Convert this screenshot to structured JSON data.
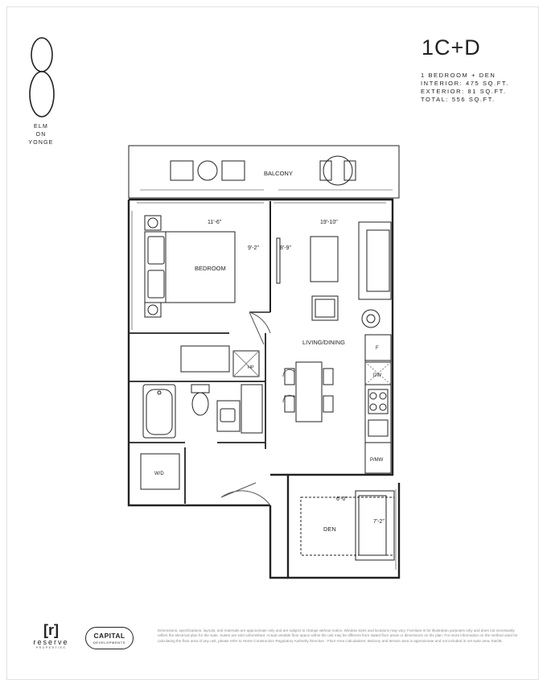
{
  "brand": {
    "numeral": "8",
    "lines": [
      "ELM",
      "ON",
      "YONGE"
    ]
  },
  "unit": {
    "name": "1C+D",
    "type": "1 BEDROOM + DEN",
    "interior": "INTERIOR: 475 SQ.FT.",
    "exterior": "EXTERIOR: 81 SQ.FT.",
    "total": "TOTAL: 556 SQ.FT."
  },
  "rooms": {
    "balcony": "BALCONY",
    "bedroom": "BEDROOM",
    "living_dining": "LIVING/DINING",
    "den": "DEN",
    "washer_dryer": "W/D",
    "fridge": "F",
    "dishwasher": "DW",
    "pantry_microwave": "P/MW",
    "heat_pump": "HP"
  },
  "dimensions": {
    "bedroom_width": "11'-6\"",
    "bedroom_depth": "9'-2\"",
    "living_width": "19'-10\"",
    "living_depth": "8'-9\"",
    "den_width": "6'-0\"",
    "den_depth": "7'-2\""
  },
  "footer": {
    "reserve_mark": "[r]",
    "reserve_word": "reserve",
    "reserve_sub": "PROPERTIES",
    "capital_main": "CAPITAL",
    "capital_sub": "DEVELOPMENTS",
    "disclaimer": "Dimensions, specifications, layouts, and materials are approximate only and are subject to change without notice. Window sizes and locations may vary. Furniture is for illustration purposes only and does not necessarily reflect the electrical plan for the suite. Suites are sold unfurnished. Actual useable floor space within the unit may be different from stated floor areas or dimensions on the plan. For more information on the method used for calculating the floor area of any unit, please refer to Home Construction Regulatory Authority Directive - Floor Area Calculations. Balcony and terrace area is approximate and not included in net suite area. E&OE."
  },
  "colors": {
    "line": "#222222",
    "fixture": "#666666",
    "disclaimer": "#8a8a8a"
  }
}
